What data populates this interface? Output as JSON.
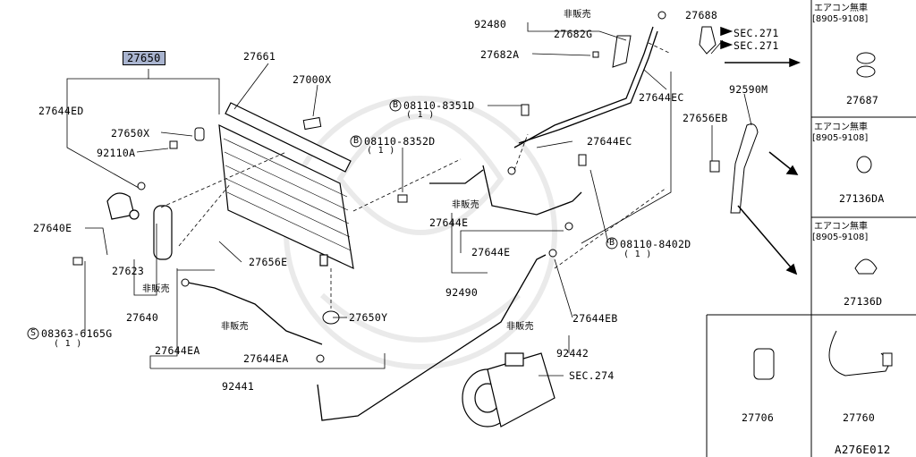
{
  "diagram": {
    "code": "A276E012",
    "highlighted_part": "27650",
    "labels": {
      "p27650": "27650",
      "p27661": "27661",
      "p27000X": "27000X",
      "p27644ED": "27644ED",
      "p27650X": "27650X",
      "p92110A": "92110A",
      "p27640E": "27640E",
      "p27623": "27623",
      "hanbai1": "非販売",
      "p27640": "27640",
      "p08363": "08363-6165G",
      "q1a": "( 1 )",
      "p27644EA1": "27644EA",
      "hanbai2": "非販売",
      "p27644EA2": "27644EA",
      "p92441": "92441",
      "p27656E": "27656E",
      "p27650Y": "27650Y",
      "p08110_8352D": "08110-8352D",
      "q1b": "( 1 )",
      "p08110_8351D": "08110-8351D",
      "q1c": "( 1 )",
      "hanbai3": "非販売",
      "p27644E1": "27644E",
      "p27644E2": "27644E",
      "p92490": "92490",
      "p92480": "92480",
      "hanbai4": "非販売",
      "p27682G": "27682G",
      "p27682A": "27682A",
      "p27688": "27688",
      "sec271a": "SEC.271",
      "sec271b": "SEC.271",
      "p27644EC1": "27644EC",
      "p27644EC2": "27644EC",
      "p08110_8402D": "08110-8402D",
      "q1d": "( 1 )",
      "p92590M": "92590M",
      "p27656EB": "27656EB",
      "hanbai5": "非販売",
      "p27644EB": "27644EB",
      "p92442": "92442",
      "sec274": "SEC.274",
      "circle_b": "B",
      "circle_s": "S"
    },
    "side_panels": [
      {
        "title": "エアコン無車",
        "range": "[8905-9108]",
        "part": "27687"
      },
      {
        "title": "エアコン無車",
        "range": "[8905-9108]",
        "part": "27136DA"
      },
      {
        "title": "エアコン無車",
        "range": "[8905-9108]",
        "part": "27136D"
      }
    ],
    "bottom_panels": [
      {
        "part": "27706"
      },
      {
        "part": "27760"
      }
    ]
  }
}
